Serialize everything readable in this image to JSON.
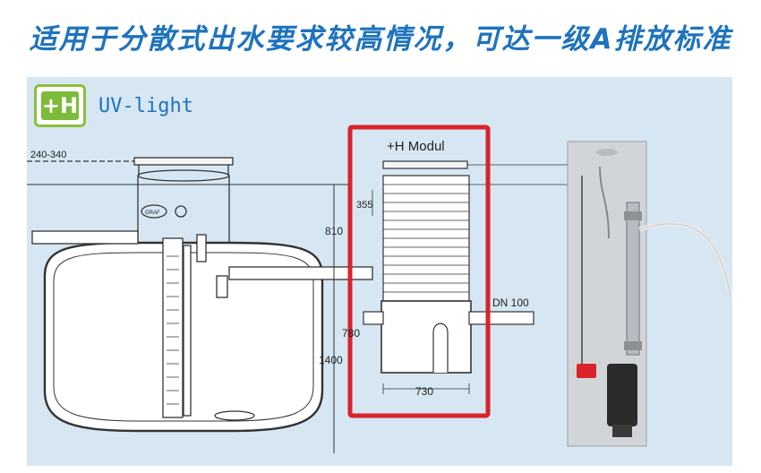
{
  "headline": "适用于分散式出水要求较高情况，可达一级A排放标准",
  "badge": {
    "text": "+H"
  },
  "product_label": "UV-light",
  "tank_labels": {
    "top_range": "240-340",
    "brand_mark": "GRAF",
    "height_810": "810",
    "height_780": "780",
    "height_1400": "1400"
  },
  "module": {
    "title": "+H Modul",
    "dim_355": "355",
    "dim_730": "730",
    "pipe_label": "DN 100"
  },
  "colors": {
    "headline": "#1e73be",
    "panel_bg": "#d6e7f3",
    "highlight_border": "#d8232a",
    "badge_green": "#7dbb3a"
  }
}
